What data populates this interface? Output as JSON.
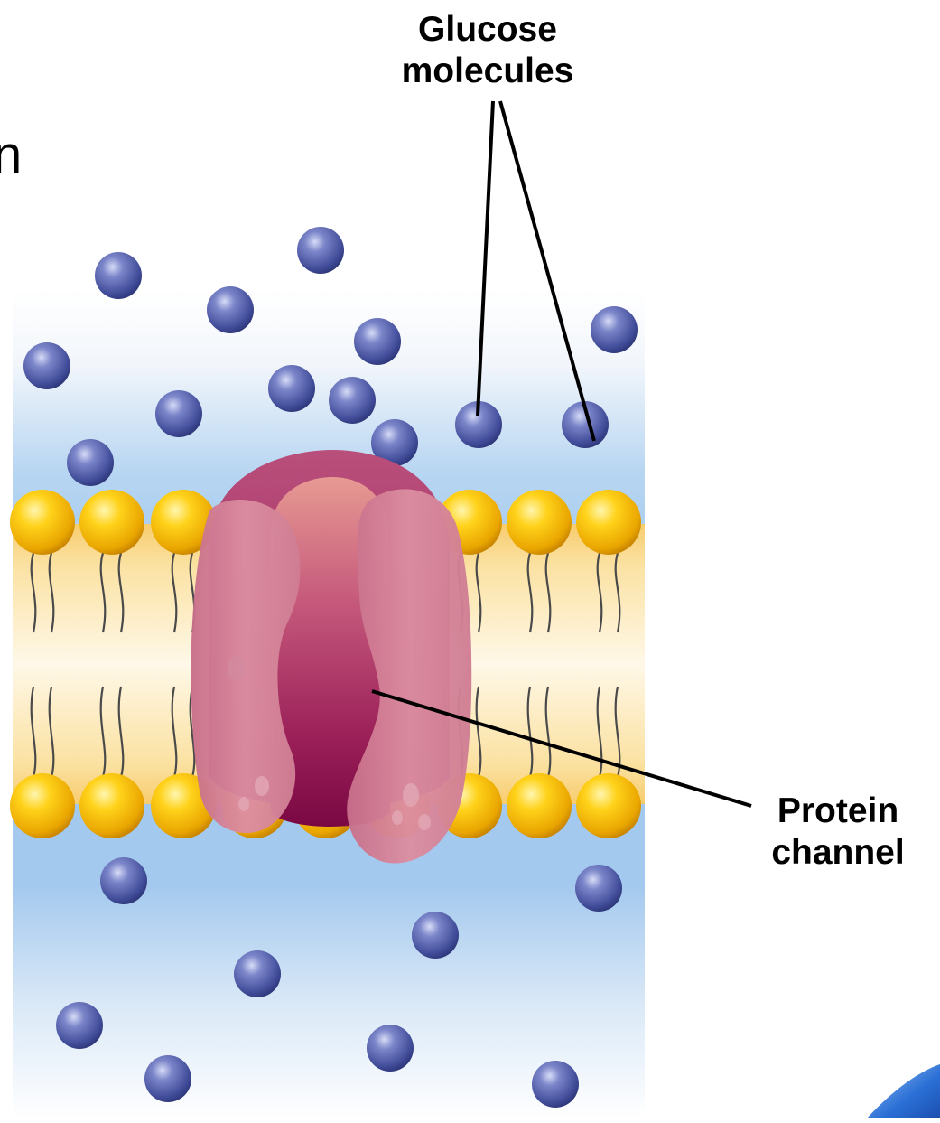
{
  "labels": {
    "glucose": "Glucose\nmolecules",
    "protein": "Protein\nchannel",
    "partial_letter": "n"
  },
  "colors": {
    "fluid_blue": "#a9cdf0",
    "membrane_core": "#fdf3da",
    "lipid_head": "#f6c400",
    "protein": "#d47d92",
    "protein_dark": "#8a0f4a",
    "glucose": "#4f5ba6",
    "corner_accent": "#2a6fd6"
  },
  "icons": {
    "glucose": "glucose-molecule-icon",
    "lipid": "phospholipid-icon",
    "protein": "protein-channel-icon"
  }
}
